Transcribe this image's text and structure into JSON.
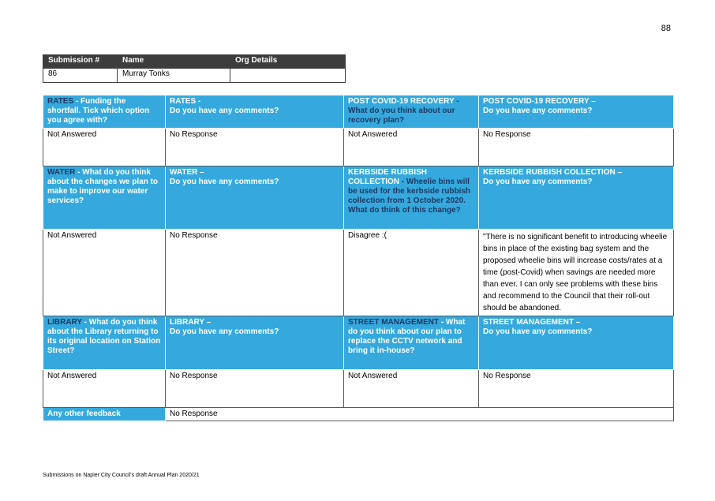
{
  "page_number": "88",
  "submission": {
    "headers": [
      "Submission #",
      "Name",
      "Org Details"
    ],
    "values": [
      "86",
      "Murray Tonks",
      ""
    ]
  },
  "rows": [
    {
      "questions": [
        {
          "topic": "RATES",
          "text": " - Funding the shortfall. Tick which option you agree with?"
        },
        {
          "topic": "",
          "text": "RATES -\nDo you have any comments?"
        },
        {
          "topic": "POST COVID-19 RECOVERY",
          "text": " - What do you think about our recovery plan?"
        },
        {
          "topic": "",
          "text": "POST COVID-19 RECOVERY –\nDo you have any comments?"
        }
      ],
      "answers": [
        "Not Answered",
        "No Response",
        "Not Answered",
        "No Response"
      ]
    },
    {
      "questions": [
        {
          "topic": "WATER",
          "text": " - What do you think about the changes we plan to make to improve our water services?"
        },
        {
          "topic": "",
          "text": "WATER –\nDo you have any comments?"
        },
        {
          "topic": "KERBSIDE RUBBISH COLLECTION",
          "text": " - Wheelie bins will be used for the kerbside rubbish collection from 1 October 2020. What do think of this change?"
        },
        {
          "topic": "",
          "text": "KERBSIDE RUBBISH COLLECTION –\nDo you have any comments?"
        }
      ],
      "answers": [
        "Not Answered",
        "No Response",
        "Disagree :(",
        "\"There is no significant benefit to introducing wheelie bins in place of the existing bag system and the proposed wheelie bins will increase costs/rates at a time (post-Covid) when savings are needed more than ever.  I can only see problems with these bins and recommend to the Council that their roll-out should be abandoned."
      ]
    },
    {
      "questions": [
        {
          "topic": "LIBRARY",
          "text": " - What do you think about the Library returning to its original location on Station Street?"
        },
        {
          "topic": "",
          "text": "LIBRARY –\nDo you have any comments?"
        },
        {
          "topic": "STREET MANAGEMENT",
          "text": " - What do you think about our plan to replace the CCTV network and bring it in-house?"
        },
        {
          "topic": "",
          "text": "STREET MANAGEMENT –\nDo you have any comments?"
        }
      ],
      "answers": [
        "Not Answered",
        "No Response",
        "Not Answered",
        "No Response"
      ]
    }
  ],
  "other_feedback": {
    "label": "Any other feedback",
    "value": "No Response"
  },
  "footer": "Submissions on Napier City Council's draft Annual Plan 2020/21"
}
